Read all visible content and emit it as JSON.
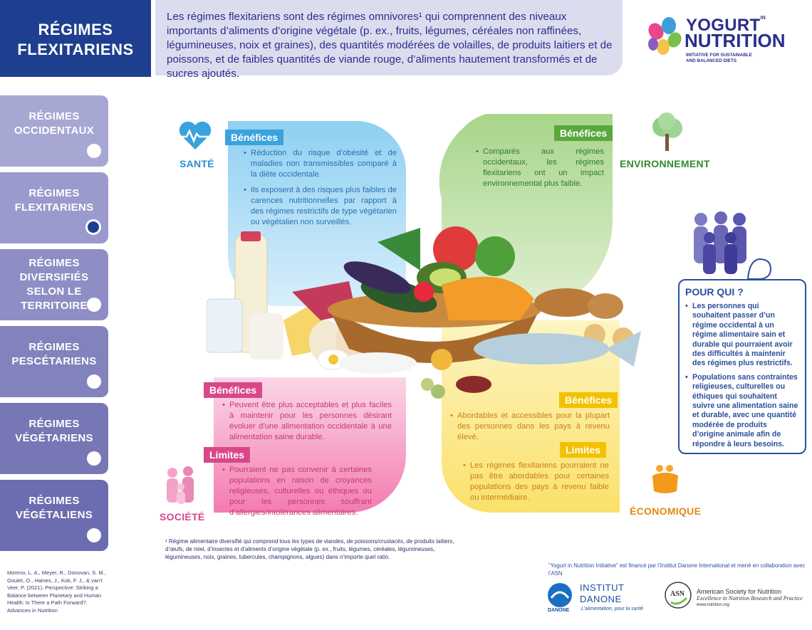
{
  "title": "RÉGIMES FLEXITARIENS",
  "intro": "Les régimes flexitariens sont des régimes omnivores¹ qui comprennent des niveaux importants d’aliments d’origine végétale (p. ex., fruits, légumes, céréales non raffinées, légumineuses, noix et graines), des quantités modérées de volailles, de produits laitiers et de poissons, et de faibles quantités de viande rouge, d’aliments hautement transformés et de sucres ajoutés.",
  "logo": {
    "line1": "YOGURT",
    "line1_small": "IN",
    "line2": "NUTRITION",
    "tagline1": "INITIATIVE FOR SUSTAINABLE",
    "tagline2": "AND BALANCED DIETS"
  },
  "sidebar": [
    {
      "label": "RÉGIMES OCCIDENTAUX",
      "color": "#9c9ccc"
    },
    {
      "label": "RÉGIMES FLEXITARIENS",
      "color": "#9c9ccc",
      "active": true
    },
    {
      "label": "RÉGIMES DIVERSIFIÉS SELON LE TERRITOIRE",
      "color": "#9c9ccc"
    },
    {
      "label": "RÉGIMES PESCÉTARIENS",
      "color": "#9c9ccc"
    },
    {
      "label": "RÉGIMES VÉGÉTARIENS",
      "color": "#9c9ccc"
    },
    {
      "label": "RÉGIMES VÉGÉTALIENS",
      "color": "#9c9ccc"
    }
  ],
  "sante": {
    "label": "SANTÉ",
    "header": "Bénéfices",
    "items": [
      "Réduction du risque d’obésité et de maladies non transmissibles comparé à la diète occidentale.",
      "Ils exposent à des risques plus faibles de carences nutritionnelles par rapport à des régimes restrictifs de type végétarien ou végétalien non surveillés."
    ],
    "color": "#3a9ad9"
  },
  "environnement": {
    "label": "ENVIRONNEMENT",
    "header": "Bénéfices",
    "items": [
      "Comparés aux régimes occidentaux, les régimes flexitariens ont un impact environnemental plus faible."
    ],
    "color": "#6db04a"
  },
  "societe": {
    "label": "SOCIÉTÉ",
    "header1": "Bénéfices",
    "items1": [
      "Peuvent être plus acceptables et plus faciles à maintenir pour les personnes désirant évoluer d’une alimentation occidentale à une alimentation saine durable."
    ],
    "header2": "Limites",
    "items2": [
      "Pourraient ne pas convenir à certaines populations en raison de croyances religieuses, culturelles ou éthiques ou pour les personnes souffrant d’allergies/intolérances alimentaires."
    ],
    "color": "#d94a8c"
  },
  "economique": {
    "label": "ÉCONOMIQUE",
    "header1": "Bénéfices",
    "items1": [
      "Abordables et accessibles pour la plupart des personnes dans les pays à revenu élevé."
    ],
    "header2": "Limites",
    "items2": [
      "Les régimes flexitariens pourraient ne pas être abordables pour certaines populations des pays à revenu faible ou intermédiaire."
    ],
    "color": "#f0b400"
  },
  "pourqui": {
    "title": "POUR QUI ?",
    "items": [
      "Les personnes qui souhaitent passer d’un régime occidental à un régime alimentaire sain et durable qui pourraient avoir des difficultés à maintenir des régimes plus restrictifs.",
      "Populations sans contraintes religieuses, culturelles ou éthiques qui souhaitent suivre une alimentation saine et durable, avec une quantité modérée de produits d’origine animale afin de répondre à leurs besoins."
    ]
  },
  "footnote": "¹ Régime alimentaire diversifié qui comprend tous les types de viandes, de poissons/crustacés, de produits laitiers, d’œufs, de miel, d’insectes et d’aliments d’origine végétale (p. ex., fruits, légumes, céréales, légumineuses, légumineuses, noix, graines, tubercules, champignons, algues) dans n’importe quel ratio.",
  "reference": "Moreno, L. A., Meyer, R., Donovan, S. M., Goulet, O., Haines, J., Kok, F. J., & van’t Veer, P. (2021). Perspective: Striking a Balance between Planetary and Human Health: Is There a Path Forward?. Advances in Nutrition",
  "funding": "“Yogurt in Nutrition Initiative” est financé par l’Institut Danone International et mené en collaboration avec l’ASN",
  "danone": {
    "line1": "INSTITUT",
    "line2": "DANONE",
    "tagline": "L’alimentation, pour la santé",
    "brand": "DANONE"
  },
  "asn": {
    "name": "American Society for Nutrition",
    "tagline": "Excellence in Nutrition Research and Practice",
    "url": "www.nutrition.org",
    "abbr": "ASN"
  }
}
